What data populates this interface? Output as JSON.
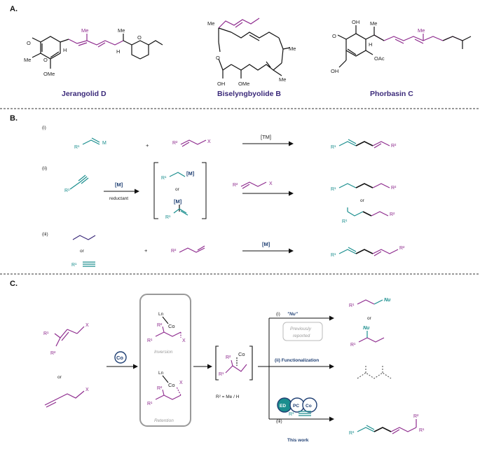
{
  "sections": {
    "a": "A.",
    "b": "B.",
    "c": "C."
  },
  "compounds": {
    "c1": "Jerangolid D",
    "c2": "Biselyngbyolide B",
    "c3": "Phorbasin C"
  },
  "atoms": {
    "me": "Me",
    "o": "O",
    "h": "H",
    "ome": "OMe",
    "oh": "OH",
    "oac": "OAc",
    "r1": "R¹",
    "r2": "R²",
    "r3": "R³",
    "m": "M",
    "x": "X",
    "ln": "Ln",
    "co": "Co",
    "nu": "Nu"
  },
  "scheme_b": {
    "roman": [
      "(i)",
      "(ii)",
      "(iii)"
    ],
    "plus": "+",
    "or": "or",
    "tm": "[TM]",
    "m_bracket": "[M]",
    "reductant": "reductant"
  },
  "scheme_c": {
    "or": "or",
    "inversion": "Inversion",
    "retention": "Retention",
    "r2_note": "R² = Me / H",
    "path_i": "(i)",
    "nu_reagent": "\"Nu\"",
    "previously": "Previously",
    "reported": "reported",
    "path_ii": "(ii) Functionalization",
    "path_iii": "(iii)",
    "this_work": "This work",
    "ed": "ED",
    "pc": "PC",
    "co_circle": "Co"
  },
  "colors": {
    "teal": "#1a8e8e",
    "purple": "#8e2b8e",
    "navy": "#1f3f73",
    "caption": "#3b2a7a"
  }
}
